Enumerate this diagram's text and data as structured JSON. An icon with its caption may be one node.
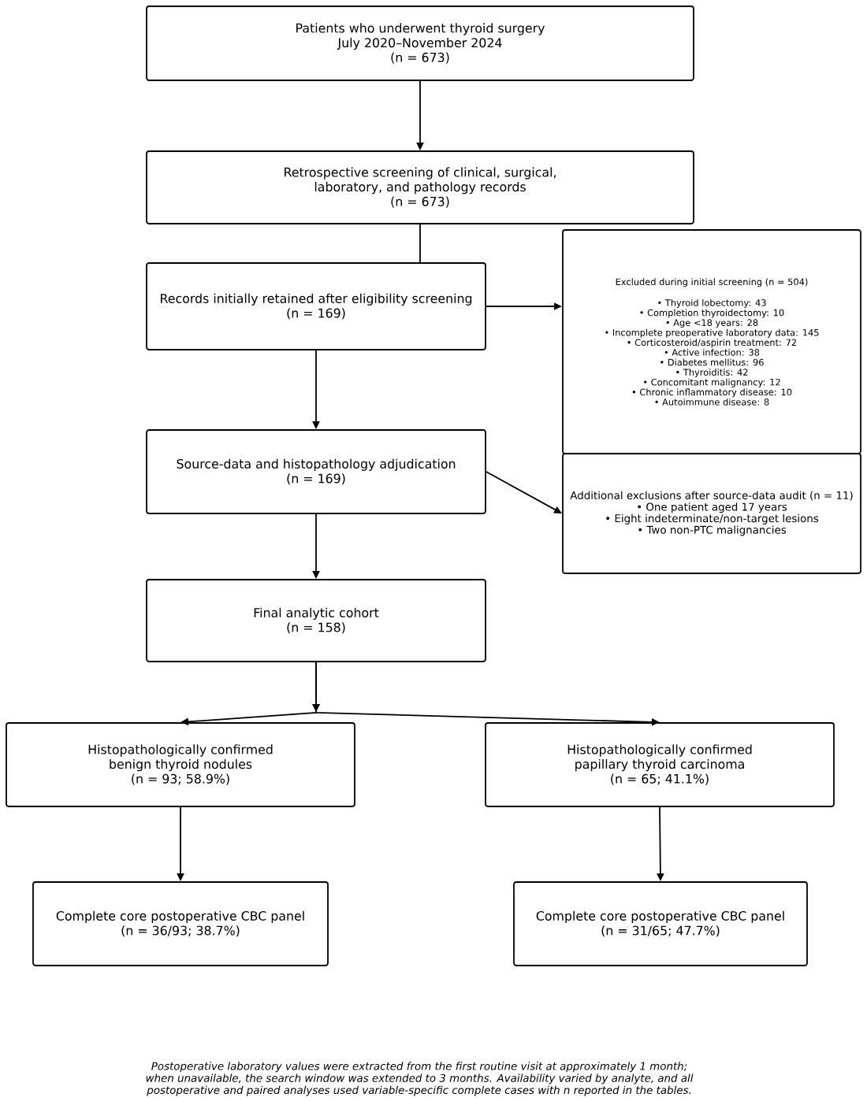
{
  "diagram": {
    "caption": "Postoperative laboratory values were extracted from the first routine visit at approximately 1 month; when unavailable, the search window was extended to 3 months. Availability varied by analyte, and all postoperative and paired analyses used variable-specific complete cases with n reported in the tables.",
    "nodes": [
      {
        "text": [
          "Patients who underwent thyroid surgery July 2020–November 2024",
          "(n = 673)"
        ]
      },
      {
        "text": [
          "Retrospective screening of clinical, surgical, laboratory, and pathology records",
          "(n = 673)"
        ]
      },
      {
        "text": [
          "Records initially retained after eligibility screening",
          "(n = 169)"
        ]
      },
      {
        "text": [
          "Excluded during initial screening (n = 504)",
          "• Thyroid lobectomy: 43",
          "• Completion thyroidectomy: 10",
          "• Age <18 years: 28",
          "• Incomplete preoperative laboratory data: 145",
          "• Corticosteroid/aspirin treatment: 72",
          "• Active infection: 38",
          "• Diabetes mellitus: 96",
          "• Thyroiditis: 42",
          "• Concomitant malignancy: 12",
          "• Chronic inflammatory disease: 10",
          "• Autoimmune disease: 8"
        ]
      },
      {
        "text": [
          "Source-data and histopathology adjudication",
          "(n = 169)"
        ]
      },
      {
        "text": [
          "Additional exclusions after source-data audit (n = 11)",
          "• One patient aged 17 years",
          "• Eight indeterminate/non-target lesions",
          "• Two non-PTC malignancies"
        ]
      },
      {
        "text": [
          "Final analytic cohort",
          "(n = 158)"
        ]
      },
      {
        "text": [
          "Histopathologically confirmed benign thyroid nodules",
          "(n = 93; 58.9%)"
        ]
      },
      {
        "text": [
          "Histopathologically confirmed papillary thyroid carcinoma",
          "(n = 65; 41.1%)"
        ]
      },
      {
        "text": [
          "Complete core postoperative CBC panel",
          "(n = 36/93; 38.7%)"
        ]
      },
      {
        "text": [
          "Complete core postoperative CBC panel",
          "(n = 31/65; 47.7%)"
        ]
      }
    ],
    "edges": [
      {
        "from": 0,
        "to": 1,
        "arrow": "to"
      },
      {
        "from": 1,
        "to": 2,
        "arrow": "none"
      },
      {
        "from": 2,
        "to": 3,
        "arrow": "to"
      },
      {
        "from": 2,
        "to": 4,
        "arrow": "to"
      },
      {
        "from": 4,
        "to": 5,
        "arrow": "to"
      },
      {
        "from": 4,
        "to": 6,
        "arrow": "to"
      },
      {
        "from": 6,
        "to": 7,
        "arrow": "to"
      },
      {
        "from": 6,
        "to": 8,
        "arrow": "to"
      },
      {
        "from": 7,
        "to": 9,
        "arrow": "to"
      },
      {
        "from": 8,
        "to": 10,
        "arrow": "to"
      }
    ]
  }
}
